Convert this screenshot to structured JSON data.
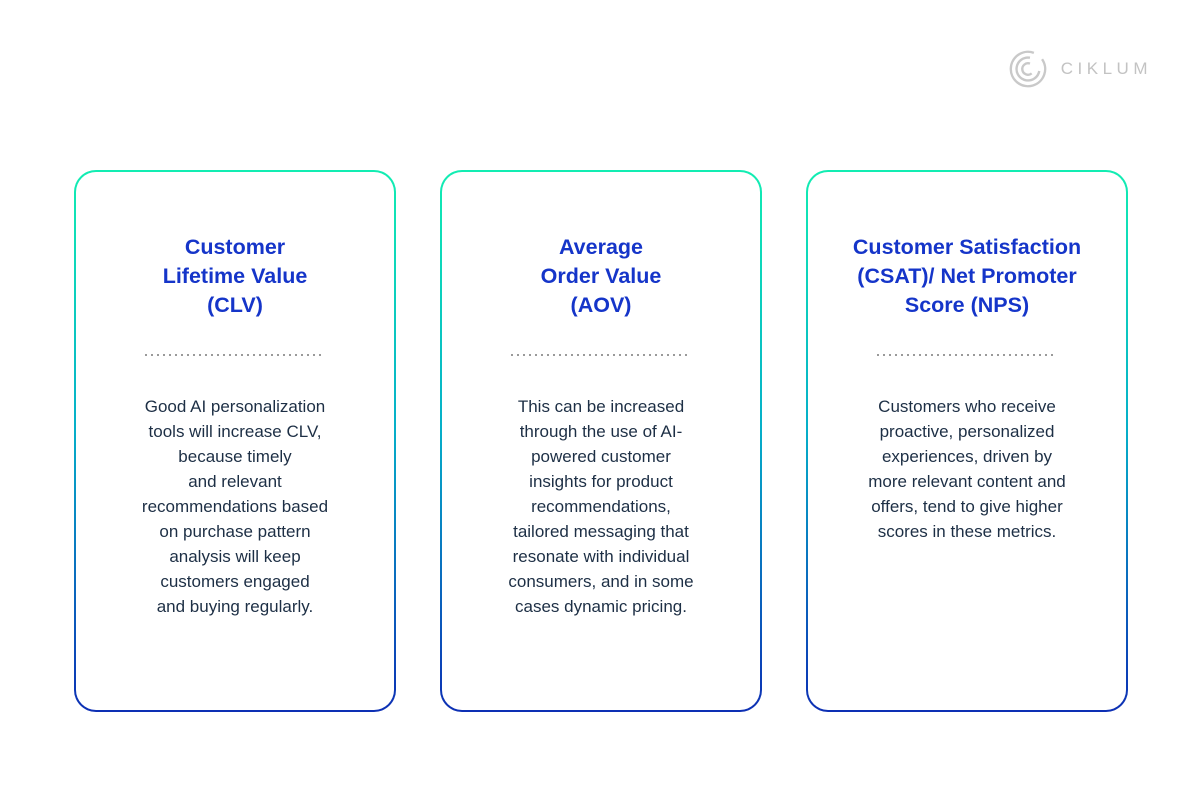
{
  "logo": {
    "text": "CIKLUM",
    "icon": "ciklum-c-icon"
  },
  "cards": [
    {
      "title": "Customer\nLifetime Value\n(CLV)",
      "body": "Good AI personalization\ntools will increase CLV,\nbecause timely\nand relevant\nrecommendations based\non purchase pattern\nanalysis will keep\ncustomers engaged\nand buying regularly."
    },
    {
      "title": "Average\nOrder Value\n(AOV)",
      "body": "This can be increased\nthrough the use of AI-\npowered customer\ninsights for product\nrecommendations,\ntailored messaging that\nresonate with individual\nconsumers, and in some\ncases dynamic pricing."
    },
    {
      "title": "Customer Satisfaction\n(CSAT)/ Net Promoter\nScore (NPS)",
      "body": "Customers who receive\nproactive, personalized\nexperiences, driven by\nmore relevant content and\noffers, tend to give higher\nscores in these metrics."
    }
  ],
  "colors": {
    "accent_gradient_top": "#12EDB2",
    "accent_gradient_mid": "#06AFC9",
    "accent_gradient_bottom": "#0D2FB4",
    "heading_blue": "#1535C9",
    "body_navy": "#1D2F45",
    "divider_gray": "#9A9A9A",
    "logo_gray": "#C3C3C3"
  }
}
